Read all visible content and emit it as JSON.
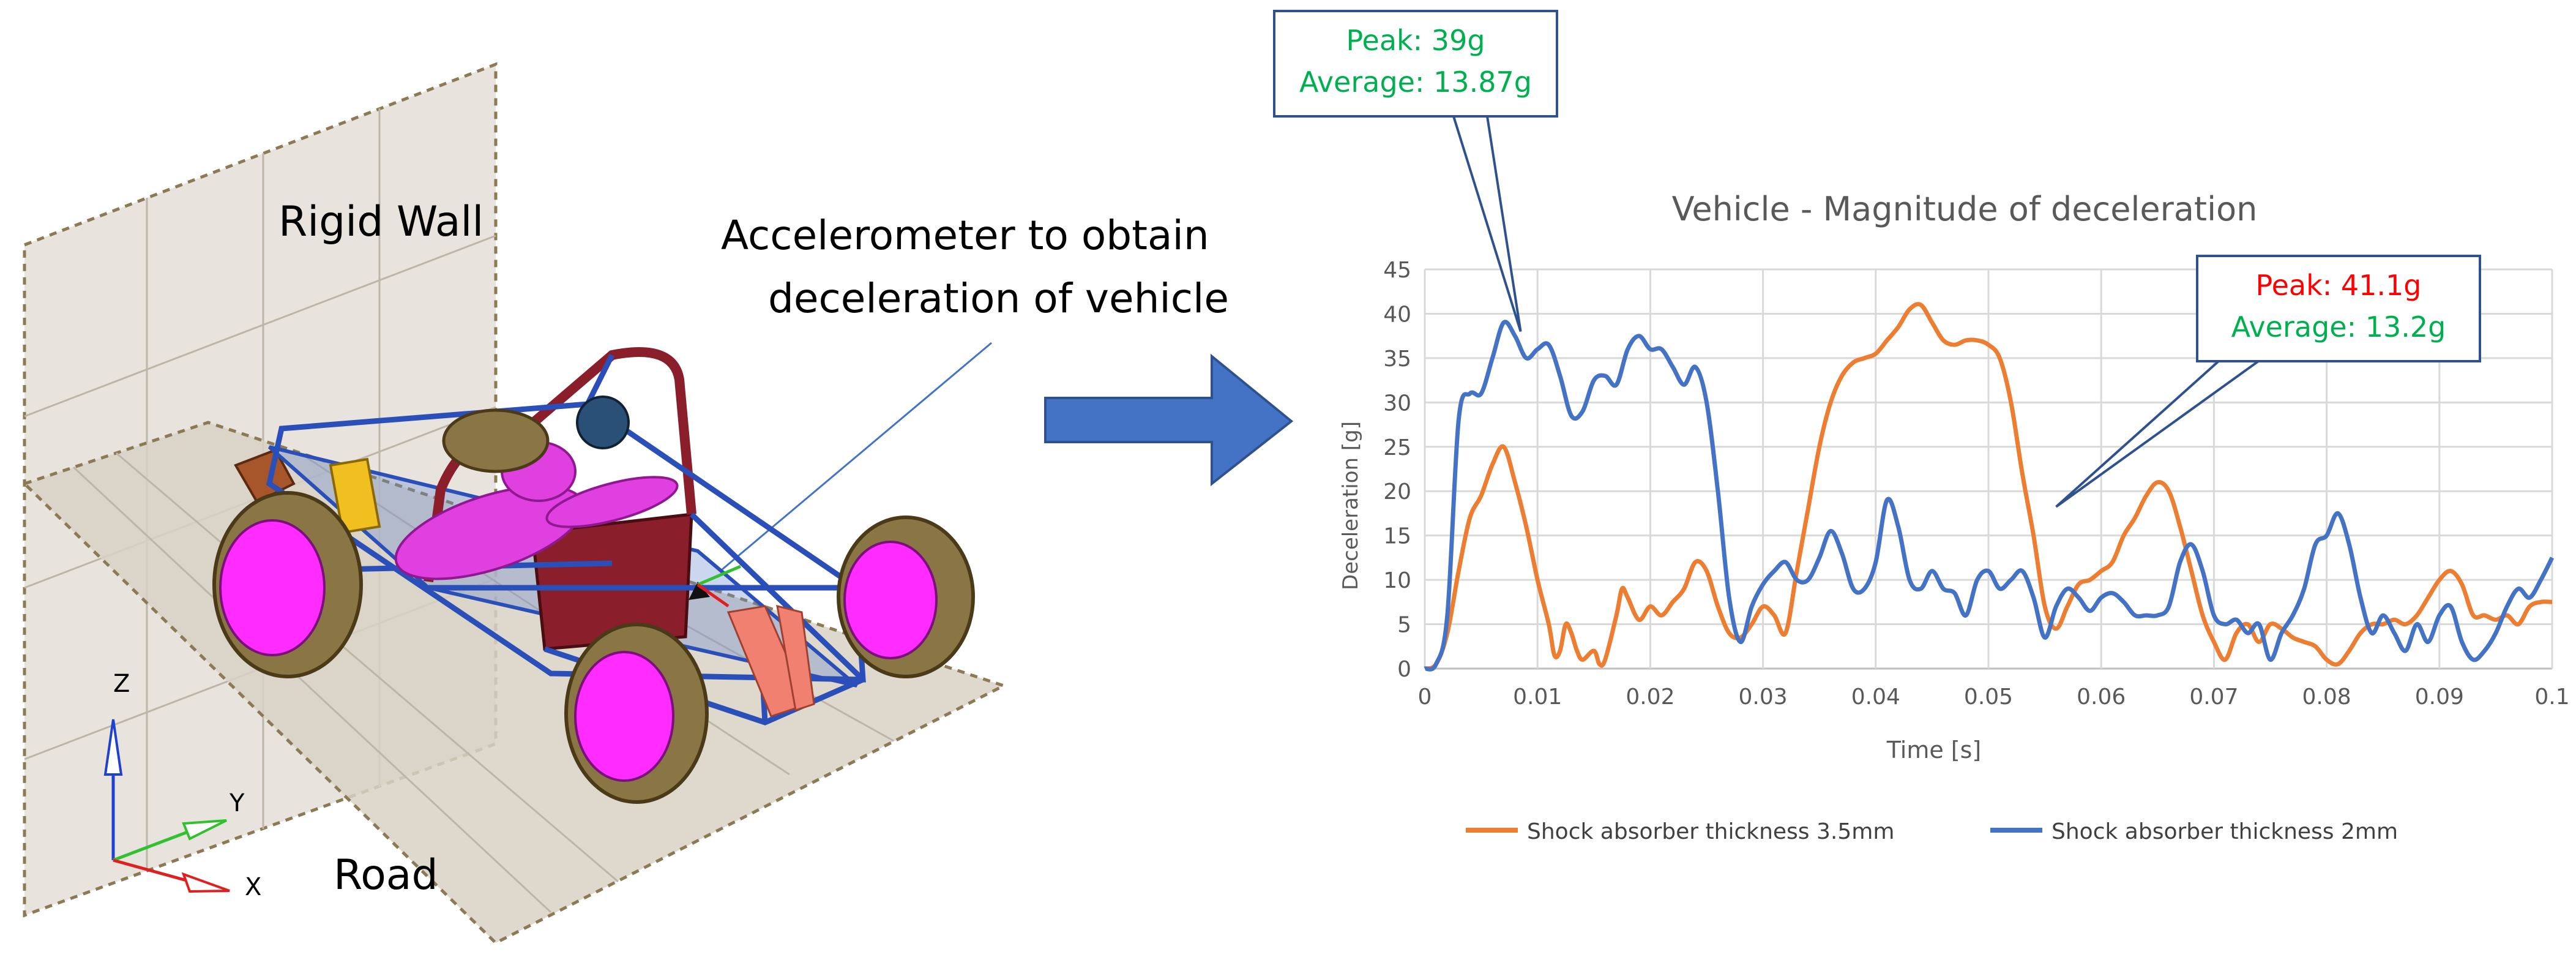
{
  "scene": {
    "label_wall": "Rigid Wall",
    "label_road": "Road",
    "annotation_line1": "Accelerometer to obtain",
    "annotation_line2": "deceleration of vehicle",
    "axis_z": "Z",
    "axis_y": "Y",
    "axis_x": "X",
    "colors": {
      "wall": "#e8e4dd",
      "road": "#d8d1c4",
      "frame": "#2b4fb8",
      "seat": "#7a1a22",
      "tire": "#8a7545",
      "hub": "#ff2bff",
      "arrow": "#4472c4"
    }
  },
  "chart_data": {
    "type": "line",
    "title": "Vehicle - Magnitude of deceleration",
    "xlabel": "Time [s]",
    "ylabel": "Deceleration [g]",
    "xlim": [
      0,
      0.1
    ],
    "ylim": [
      0,
      45
    ],
    "x_ticks": [
      "0",
      "0.01",
      "0.02",
      "0.03",
      "0.04",
      "0.05",
      "0.06",
      "0.07",
      "0.08",
      "0.09",
      "0.1"
    ],
    "x_tick_values": [
      0,
      0.01,
      0.02,
      0.03,
      0.04,
      0.05,
      0.06,
      0.07,
      0.08,
      0.09,
      0.1
    ],
    "y_ticks": [
      "0",
      "5",
      "10",
      "15",
      "20",
      "25",
      "30",
      "35",
      "40",
      "45"
    ],
    "y_tick_values": [
      0,
      5,
      10,
      15,
      20,
      25,
      30,
      35,
      40,
      45
    ],
    "grid": true,
    "legend_position": "bottom",
    "series": [
      {
        "name": "Shock absorber thickness 3.5mm",
        "color": "#ed7d31",
        "points": [
          [
            0,
            0
          ],
          [
            0.001,
            0.5
          ],
          [
            0.002,
            4
          ],
          [
            0.003,
            11
          ],
          [
            0.004,
            17
          ],
          [
            0.005,
            19.5
          ],
          [
            0.006,
            23
          ],
          [
            0.007,
            25
          ],
          [
            0.008,
            21
          ],
          [
            0.009,
            16
          ],
          [
            0.01,
            10
          ],
          [
            0.011,
            5
          ],
          [
            0.0115,
            1.5
          ],
          [
            0.012,
            2
          ],
          [
            0.0125,
            5
          ],
          [
            0.013,
            4
          ],
          [
            0.0135,
            2
          ],
          [
            0.014,
            1
          ],
          [
            0.015,
            2
          ],
          [
            0.0155,
            0.5
          ],
          [
            0.016,
            1
          ],
          [
            0.017,
            6
          ],
          [
            0.0175,
            9
          ],
          [
            0.018,
            8
          ],
          [
            0.019,
            5.5
          ],
          [
            0.02,
            7
          ],
          [
            0.021,
            6
          ],
          [
            0.022,
            7.5
          ],
          [
            0.023,
            9
          ],
          [
            0.024,
            12
          ],
          [
            0.025,
            11
          ],
          [
            0.026,
            7
          ],
          [
            0.027,
            4
          ],
          [
            0.028,
            3.5
          ],
          [
            0.029,
            5
          ],
          [
            0.03,
            7
          ],
          [
            0.031,
            6
          ],
          [
            0.032,
            4
          ],
          [
            0.033,
            11
          ],
          [
            0.034,
            18
          ],
          [
            0.035,
            25
          ],
          [
            0.036,
            30
          ],
          [
            0.037,
            33
          ],
          [
            0.038,
            34.5
          ],
          [
            0.039,
            35
          ],
          [
            0.04,
            35.5
          ],
          [
            0.041,
            37
          ],
          [
            0.042,
            38.5
          ],
          [
            0.043,
            40.5
          ],
          [
            0.044,
            41
          ],
          [
            0.045,
            39
          ],
          [
            0.046,
            37
          ],
          [
            0.047,
            36.5
          ],
          [
            0.048,
            37
          ],
          [
            0.049,
            37
          ],
          [
            0.05,
            36.5
          ],
          [
            0.051,
            35
          ],
          [
            0.052,
            30
          ],
          [
            0.053,
            22
          ],
          [
            0.054,
            15
          ],
          [
            0.055,
            7
          ],
          [
            0.056,
            4.5
          ],
          [
            0.057,
            7
          ],
          [
            0.058,
            9.5
          ],
          [
            0.059,
            10
          ],
          [
            0.06,
            11
          ],
          [
            0.061,
            12
          ],
          [
            0.062,
            15
          ],
          [
            0.063,
            17
          ],
          [
            0.064,
            19.5
          ],
          [
            0.065,
            21
          ],
          [
            0.066,
            20
          ],
          [
            0.067,
            16
          ],
          [
            0.068,
            11
          ],
          [
            0.069,
            6
          ],
          [
            0.07,
            3
          ],
          [
            0.071,
            1
          ],
          [
            0.072,
            4
          ],
          [
            0.073,
            5
          ],
          [
            0.074,
            3
          ],
          [
            0.075,
            5
          ],
          [
            0.076,
            4.5
          ],
          [
            0.077,
            3.5
          ],
          [
            0.078,
            3
          ],
          [
            0.079,
            2.5
          ],
          [
            0.08,
            1
          ],
          [
            0.081,
            0.5
          ],
          [
            0.082,
            2
          ],
          [
            0.083,
            4
          ],
          [
            0.084,
            5
          ],
          [
            0.085,
            5
          ],
          [
            0.086,
            5.5
          ],
          [
            0.087,
            5
          ],
          [
            0.088,
            6
          ],
          [
            0.089,
            8
          ],
          [
            0.09,
            10
          ],
          [
            0.091,
            11
          ],
          [
            0.092,
            9.5
          ],
          [
            0.093,
            6
          ],
          [
            0.094,
            6
          ],
          [
            0.095,
            5.5
          ],
          [
            0.096,
            6
          ],
          [
            0.097,
            5
          ],
          [
            0.098,
            7
          ],
          [
            0.099,
            7.5
          ],
          [
            0.1,
            7.5
          ]
        ]
      },
      {
        "name": "Shock absorber thickness 2mm",
        "color": "#4472c4",
        "points": [
          [
            0,
            0
          ],
          [
            0.001,
            0.5
          ],
          [
            0.002,
            6
          ],
          [
            0.003,
            28
          ],
          [
            0.004,
            31
          ],
          [
            0.005,
            31
          ],
          [
            0.006,
            35
          ],
          [
            0.007,
            39
          ],
          [
            0.008,
            37.5
          ],
          [
            0.009,
            35
          ],
          [
            0.01,
            36
          ],
          [
            0.011,
            36.5
          ],
          [
            0.012,
            33
          ],
          [
            0.013,
            28.5
          ],
          [
            0.014,
            29
          ],
          [
            0.015,
            32.5
          ],
          [
            0.016,
            33
          ],
          [
            0.017,
            32
          ],
          [
            0.018,
            36
          ],
          [
            0.019,
            37.5
          ],
          [
            0.02,
            36
          ],
          [
            0.021,
            36
          ],
          [
            0.022,
            34
          ],
          [
            0.023,
            32
          ],
          [
            0.024,
            34
          ],
          [
            0.025,
            30
          ],
          [
            0.026,
            20
          ],
          [
            0.027,
            8
          ],
          [
            0.028,
            3
          ],
          [
            0.029,
            7
          ],
          [
            0.03,
            9.5
          ],
          [
            0.031,
            11
          ],
          [
            0.032,
            12
          ],
          [
            0.033,
            10
          ],
          [
            0.034,
            10
          ],
          [
            0.035,
            12.5
          ],
          [
            0.036,
            15.5
          ],
          [
            0.037,
            13
          ],
          [
            0.038,
            9
          ],
          [
            0.039,
            9
          ],
          [
            0.04,
            12
          ],
          [
            0.041,
            19
          ],
          [
            0.042,
            16
          ],
          [
            0.043,
            10
          ],
          [
            0.044,
            9
          ],
          [
            0.045,
            11
          ],
          [
            0.046,
            9
          ],
          [
            0.047,
            8.5
          ],
          [
            0.048,
            6
          ],
          [
            0.049,
            10
          ],
          [
            0.05,
            11
          ],
          [
            0.051,
            9
          ],
          [
            0.052,
            10
          ],
          [
            0.053,
            11
          ],
          [
            0.054,
            8
          ],
          [
            0.055,
            3.5
          ],
          [
            0.056,
            7
          ],
          [
            0.057,
            9
          ],
          [
            0.058,
            8
          ],
          [
            0.059,
            6.5
          ],
          [
            0.06,
            8
          ],
          [
            0.061,
            8.5
          ],
          [
            0.062,
            7.5
          ],
          [
            0.063,
            6
          ],
          [
            0.064,
            6
          ],
          [
            0.065,
            6
          ],
          [
            0.066,
            7
          ],
          [
            0.067,
            12
          ],
          [
            0.068,
            14
          ],
          [
            0.069,
            11
          ],
          [
            0.07,
            6
          ],
          [
            0.071,
            5
          ],
          [
            0.072,
            5.5
          ],
          [
            0.073,
            4
          ],
          [
            0.074,
            5
          ],
          [
            0.075,
            1
          ],
          [
            0.076,
            4
          ],
          [
            0.077,
            6
          ],
          [
            0.078,
            9
          ],
          [
            0.079,
            14
          ],
          [
            0.08,
            15
          ],
          [
            0.081,
            17.5
          ],
          [
            0.082,
            14
          ],
          [
            0.083,
            8
          ],
          [
            0.084,
            4
          ],
          [
            0.085,
            6
          ],
          [
            0.086,
            4
          ],
          [
            0.087,
            2
          ],
          [
            0.088,
            5
          ],
          [
            0.089,
            3
          ],
          [
            0.09,
            6
          ],
          [
            0.091,
            7
          ],
          [
            0.092,
            3
          ],
          [
            0.093,
            1
          ],
          [
            0.094,
            2
          ],
          [
            0.095,
            4
          ],
          [
            0.096,
            7
          ],
          [
            0.097,
            9
          ],
          [
            0.098,
            8
          ],
          [
            0.099,
            10
          ],
          [
            0.1,
            12.5
          ]
        ]
      }
    ],
    "annotations": [
      {
        "peak": "Peak: 39g",
        "average": "Average: 13.87g",
        "peak_color": "#00b050",
        "average_color": "#00b050",
        "target": [
          0.0085,
          38
        ]
      },
      {
        "peak": "Peak: 41.1g",
        "average": "Average: 13.2g",
        "peak_color": "#ff0000",
        "average_color": "#00b050",
        "target": [
          0.056,
          21
        ]
      }
    ]
  }
}
